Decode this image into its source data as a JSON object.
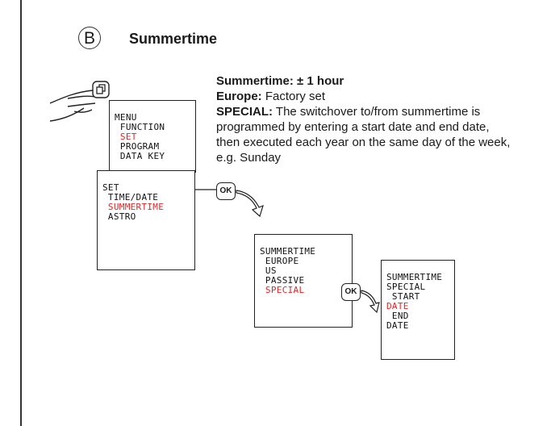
{
  "section": {
    "letter": "B",
    "title": "Summertime"
  },
  "description": {
    "line1_bold": "Summertime: ± 1 hour",
    "line2_bold": "Europe:",
    "line2_text": " Factory set",
    "line3_bold": "SPECIAL:",
    "line3_text": " The switchover to/from summertime is",
    "line4": "programmed by entering a start date and end date,",
    "line5": "then executed each year on the same day of the week,",
    "line6": "e.g. Sunday"
  },
  "screens": {
    "menu": {
      "l1": "MENU",
      "l2": " FUNCTION",
      "l3": " SET",
      "l4": " PROGRAM",
      "l5": " DATA KEY"
    },
    "set": {
      "l1": "SET",
      "l2": " TIME/DATE",
      "l3": " SUMMERTIME",
      "l4": " ASTRO"
    },
    "summertime": {
      "l1": "SUMMERTIME",
      "l2": " EUROPE",
      "l3": " US",
      "l4": " PASSIVE",
      "l5": " SPECIAL"
    },
    "special": {
      "l1": "SUMMERTIME",
      "l2": "SPECIAL",
      "l3": " START",
      "l4": "DATE",
      "l5": "",
      "l6": " END",
      "l7": "DATE"
    }
  },
  "buttons": {
    "ok1": "OK",
    "ok2": "OK"
  },
  "colors": {
    "highlight": "#e32626",
    "border": "#222222"
  },
  "icons": {
    "hand": "pointing-hand-icon",
    "menu_key": "menu-key-icon",
    "arrow": "curved-arrow-icon"
  }
}
